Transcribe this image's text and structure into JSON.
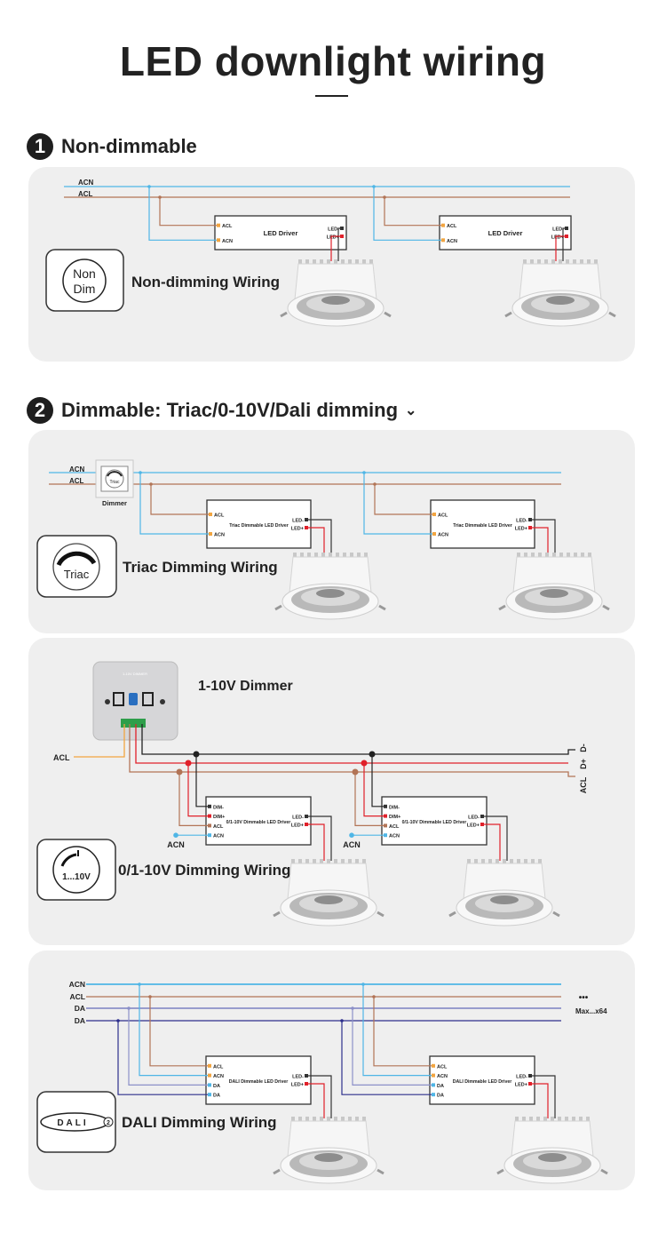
{
  "title": "LED downlight wiring",
  "sections": [
    {
      "number": "1",
      "heading": "Non-dimmable"
    },
    {
      "number": "2",
      "heading": "Dimmable: Triac/0-10V/Dali dimming",
      "chevron_icon": "chevron-down-icon"
    }
  ],
  "colors": {
    "acn": "#4fb6e6",
    "acl": "#b27456",
    "dim_minus": "#222222",
    "dim_plus": "#e0202a",
    "acl_orange": "#f2a540",
    "da1": "#8c90c8",
    "da2": "#2d2f8c",
    "panel": "#efefef"
  },
  "panels": {
    "non_dim": {
      "line_labels": [
        "ACN",
        "ACL"
      ],
      "driver_label": "LED Driver",
      "driver_pins_in": [
        "ACL",
        "ACN"
      ],
      "driver_pins_out": [
        "LED-",
        "LED+"
      ],
      "icon_lines": [
        "Non",
        "Dim"
      ],
      "caption": "Non-dimming Wiring"
    },
    "triac": {
      "line_labels": [
        "ACN",
        "ACL"
      ],
      "dimmer_label": "Dimmer",
      "dimmer_icon_text": "Triac",
      "driver_label": "Triac Dimmable LED Driver",
      "driver_pins_in": [
        "ACL",
        "ACN"
      ],
      "driver_pins_out": [
        "LED-",
        "LED+"
      ],
      "icon_text": "Triac",
      "caption": "Triac Dimming Wiring"
    },
    "v010": {
      "dimmer_title": "1-10V Dimmer",
      "dimmer_plate_text": "1-10V DIMMER",
      "acl_label": "ACL",
      "end_labels": [
        "D-",
        "D+",
        "ACL"
      ],
      "acn_label": "ACN",
      "driver_label": "0/1-10V Dimmable LED Driver",
      "driver_pins_in": [
        "DIM-",
        "DIM+",
        "ACL",
        "ACN"
      ],
      "driver_pins_out": [
        "LED-",
        "LED+"
      ],
      "icon_text": "1...10V",
      "caption": "0/1-10V Dimming Wiring"
    },
    "dali": {
      "line_labels": [
        "ACN",
        "ACL",
        "DA",
        "DA"
      ],
      "more": "•••",
      "max": "Max...x64",
      "driver_label": "DALI Dimmable LED Driver",
      "driver_pins_in": [
        "ACL",
        "ACN",
        "DA",
        "DA"
      ],
      "driver_pins_out": [
        "LED-",
        "LED+"
      ],
      "icon_logo": "DALI",
      "icon_logo_badge": "2",
      "caption": "DALI Dimming Wiring"
    }
  }
}
